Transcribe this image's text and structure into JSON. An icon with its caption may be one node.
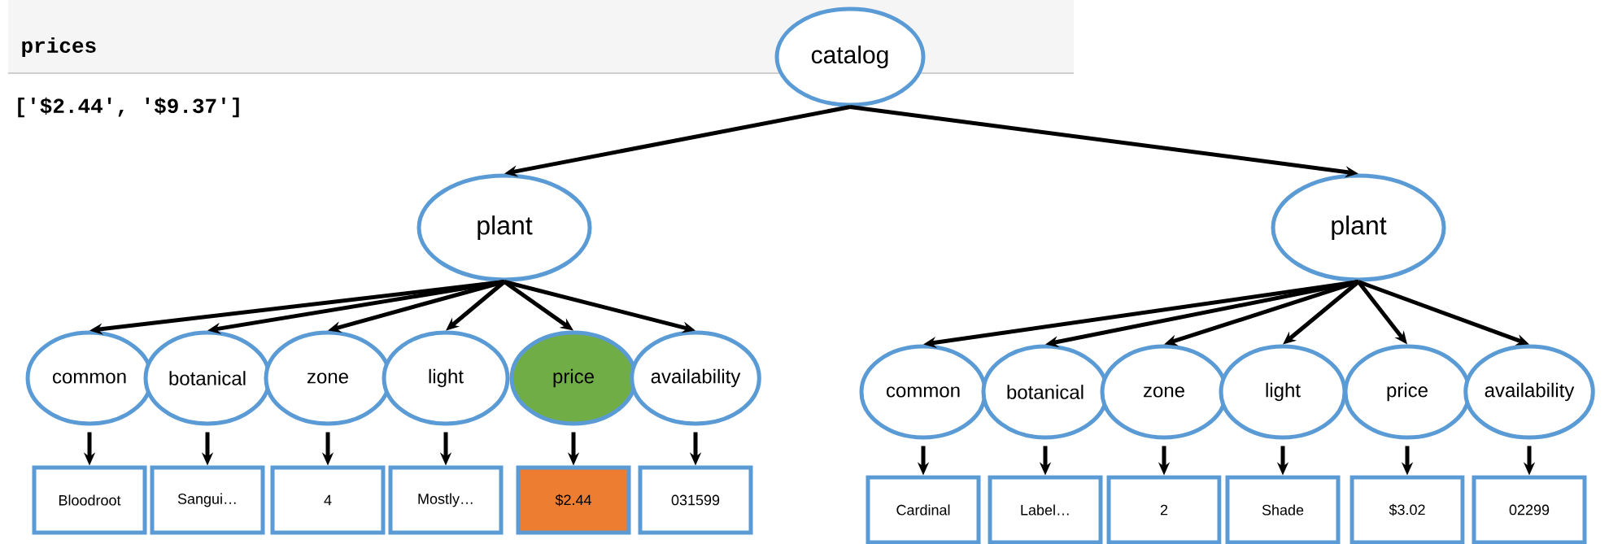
{
  "diagram": {
    "nodes": [
      {
        "text": [
          "catalog"
        ]
      },
      {
        "text": [
          "plant"
        ]
      },
      {
        "text": [
          "plant"
        ]
      },
      {
        "text": [
          "common"
        ]
      },
      {
        "text": [
          "botanical"
        ]
      },
      {
        "text": [
          "zone"
        ]
      },
      {
        "text": [
          "light"
        ]
      },
      {
        "text": [
          "price"
        ]
      },
      {
        "text": [
          "availability"
        ]
      },
      {
        "text": [
          "Bloodroot"
        ]
      },
      {
        "text": [
          "Sangui…"
        ]
      },
      {
        "text": [
          "4"
        ]
      },
      {
        "text": [
          "Mostly…"
        ]
      },
      {
        "text": [
          "$2.44"
        ]
      },
      {
        "text": [
          "031599"
        ]
      },
      {
        "text": [
          "common"
        ]
      },
      {
        "text": [
          "botanical"
        ]
      },
      {
        "text": [
          "zone"
        ]
      },
      {
        "text": [
          "light"
        ]
      },
      {
        "text": [
          "price"
        ]
      },
      {
        "text": [
          "availability"
        ]
      },
      {
        "text": [
          "Cardinal"
        ]
      },
      {
        "text": [
          "Label…"
        ]
      },
      {
        "text": [
          "2"
        ]
      },
      {
        "text": [
          "Shade"
        ]
      },
      {
        "text": [
          "$3.02"
        ]
      },
      {
        "text": [
          "02299"
        ]
      }
    ],
    "edges": [
      {
        "from": 0,
        "to": 1,
        "arrow": "to"
      },
      {
        "from": 0,
        "to": 2,
        "arrow": "to"
      },
      {
        "from": 1,
        "to": 3,
        "arrow": "to"
      },
      {
        "from": 1,
        "to": 4,
        "arrow": "to"
      },
      {
        "from": 1,
        "to": 5,
        "arrow": "to"
      },
      {
        "from": 1,
        "to": 6,
        "arrow": "to"
      },
      {
        "from": 1,
        "to": 7,
        "arrow": "to"
      },
      {
        "from": 1,
        "to": 8,
        "arrow": "to"
      },
      {
        "from": 2,
        "to": 15,
        "arrow": "to"
      },
      {
        "from": 2,
        "to": 16,
        "arrow": "to"
      },
      {
        "from": 2,
        "to": 17,
        "arrow": "to"
      },
      {
        "from": 2,
        "to": 18,
        "arrow": "to"
      },
      {
        "from": 2,
        "to": 19,
        "arrow": "to"
      },
      {
        "from": 2,
        "to": 20,
        "arrow": "to"
      },
      {
        "from": 3,
        "to": 9,
        "arrow": "to"
      },
      {
        "from": 4,
        "to": 10,
        "arrow": "to"
      },
      {
        "from": 5,
        "to": 11,
        "arrow": "to"
      },
      {
        "from": 6,
        "to": 12,
        "arrow": "to"
      },
      {
        "from": 7,
        "to": 13,
        "arrow": "to"
      },
      {
        "from": 8,
        "to": 14,
        "arrow": "to"
      },
      {
        "from": 15,
        "to": 21,
        "arrow": "to"
      },
      {
        "from": 16,
        "to": 22,
        "arrow": "to"
      },
      {
        "from": 17,
        "to": 23,
        "arrow": "to"
      },
      {
        "from": 18,
        "to": 24,
        "arrow": "to"
      },
      {
        "from": 19,
        "to": 25,
        "arrow": "to"
      },
      {
        "from": 20,
        "to": 26,
        "arrow": "to"
      }
    ],
    "labels": [
      "prices",
      "['$2.44', '$9.37']"
    ]
  }
}
